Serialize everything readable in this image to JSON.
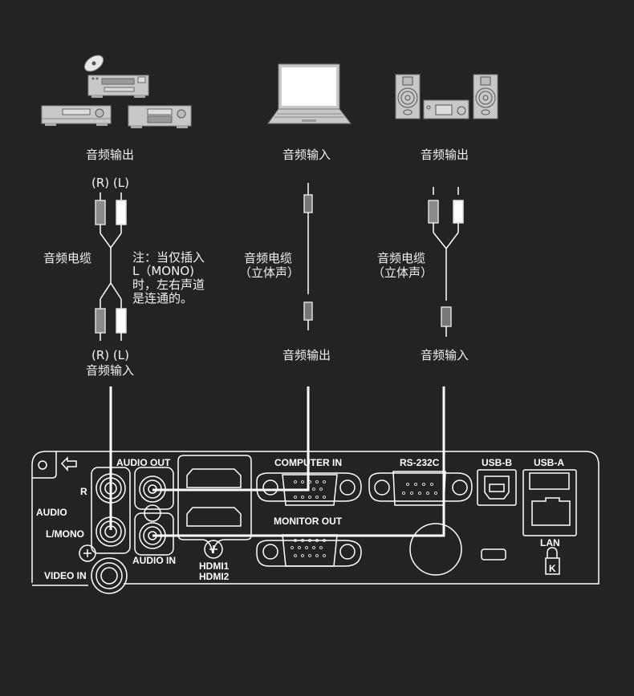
{
  "devices": {
    "left": {
      "name": "audio-equipment",
      "label": "音频输出"
    },
    "middle": {
      "name": "laptop",
      "label": "音频输入"
    },
    "right": {
      "name": "stereo-system",
      "label": "音频输出"
    }
  },
  "cables": {
    "left": {
      "top_plug_labels": "(R) (L)",
      "cable_label": "音频电缆",
      "note_lines": [
        "注：当仅插入",
        "L（MONO)",
        "时，左右声道",
        "是连通的。"
      ],
      "bottom_plug_labels": "(R) (L)",
      "end_label": "音频输入"
    },
    "middle": {
      "cable_label": "音频电缆",
      "cable_sublabel": "（立体声）",
      "end_label": "音频输出"
    },
    "right": {
      "cable_label": "音频电缆",
      "cable_sublabel": "（立体声）",
      "end_label": "音频输入"
    }
  },
  "panel": {
    "ports": {
      "audio_out": "AUDIO OUT",
      "audio": "AUDIO",
      "r": "R",
      "l_mono": "L/MONO",
      "audio_in": "AUDIO IN",
      "video_in": "VIDEO IN",
      "hdmi1": "HDMI1",
      "hdmi2": "HDMI2",
      "computer_in": "COMPUTER IN",
      "monitor_out": "MONITOR OUT",
      "rs232c": "RS-232C",
      "usb_b": "USB-B",
      "usb_a": "USB-A",
      "lan": "LAN",
      "kensington": "K"
    }
  },
  "colors": {
    "background": "#232325",
    "line": "#ffffff",
    "device": "#c8c8c8",
    "plug_red": "#8a8a8a",
    "plug_white": "#ffffff"
  }
}
